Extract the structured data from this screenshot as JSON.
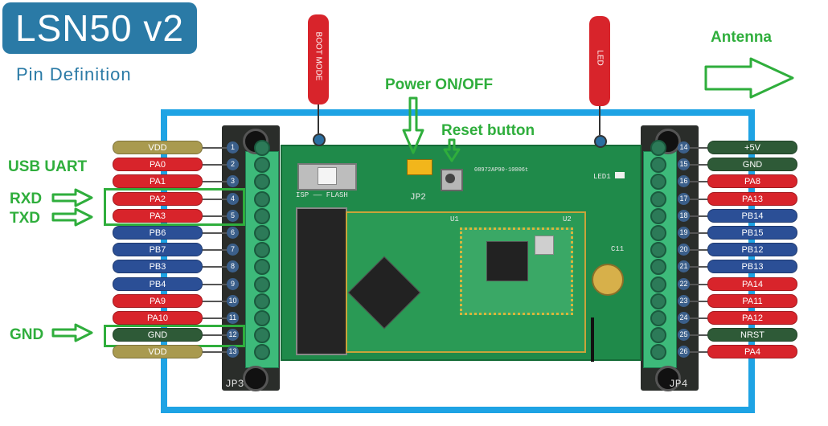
{
  "title": "LSN50 v2",
  "subtitle": "Pin Definition",
  "annotations": {
    "usb_uart": "USB UART",
    "rxd": "RXD",
    "txd": "TXD",
    "gnd": "GND",
    "power": "Power ON/OFF",
    "reset": "Reset button",
    "antenna": "Antenna"
  },
  "markers": {
    "boot": "BOOT MODE",
    "led": "LED"
  },
  "connectors": {
    "left": "JP3",
    "right": "JP4"
  },
  "board_silkscreen": {
    "isp_flash": "ISP —— FLASH",
    "jp2": "JP2",
    "u1": "U1",
    "u2": "U2",
    "c11": "C11",
    "led1": "LED1",
    "serial": "08972AP90-10006t"
  },
  "colors": {
    "red": "#d8242b",
    "blue": "#2b4f96",
    "green": "#2e5a37",
    "yellow": "#a99a4f",
    "accent": "#2fae3c",
    "frame": "#1ea3e4"
  },
  "left_pins": [
    {
      "num": "1",
      "label": "VDD",
      "color": "yellow"
    },
    {
      "num": "2",
      "label": "PA0",
      "color": "red"
    },
    {
      "num": "3",
      "label": "PA1",
      "color": "red"
    },
    {
      "num": "4",
      "label": "PA2",
      "color": "red"
    },
    {
      "num": "5",
      "label": "PA3",
      "color": "red"
    },
    {
      "num": "6",
      "label": "PB6",
      "color": "blue"
    },
    {
      "num": "7",
      "label": "PB7",
      "color": "blue"
    },
    {
      "num": "8",
      "label": "PB3",
      "color": "blue"
    },
    {
      "num": "9",
      "label": "PB4",
      "color": "blue"
    },
    {
      "num": "10",
      "label": "PA9",
      "color": "red"
    },
    {
      "num": "11",
      "label": "PA10",
      "color": "red"
    },
    {
      "num": "12",
      "label": "GND",
      "color": "green"
    },
    {
      "num": "13",
      "label": "VDD",
      "color": "yellow"
    }
  ],
  "right_pins": [
    {
      "num": "14",
      "label": "+5V",
      "color": "green"
    },
    {
      "num": "15",
      "label": "GND",
      "color": "green"
    },
    {
      "num": "16",
      "label": "PA8",
      "color": "red"
    },
    {
      "num": "17",
      "label": "PA13",
      "color": "red"
    },
    {
      "num": "18",
      "label": "PB14",
      "color": "blue"
    },
    {
      "num": "19",
      "label": "PB15",
      "color": "blue"
    },
    {
      "num": "20",
      "label": "PB12",
      "color": "blue"
    },
    {
      "num": "21",
      "label": "PB13",
      "color": "blue"
    },
    {
      "num": "22",
      "label": "PA14",
      "color": "red"
    },
    {
      "num": "23",
      "label": "PA11",
      "color": "red"
    },
    {
      "num": "24",
      "label": "PA12",
      "color": "red"
    },
    {
      "num": "25",
      "label": "NRST",
      "color": "green"
    },
    {
      "num": "26",
      "label": "PA4",
      "color": "red"
    }
  ]
}
